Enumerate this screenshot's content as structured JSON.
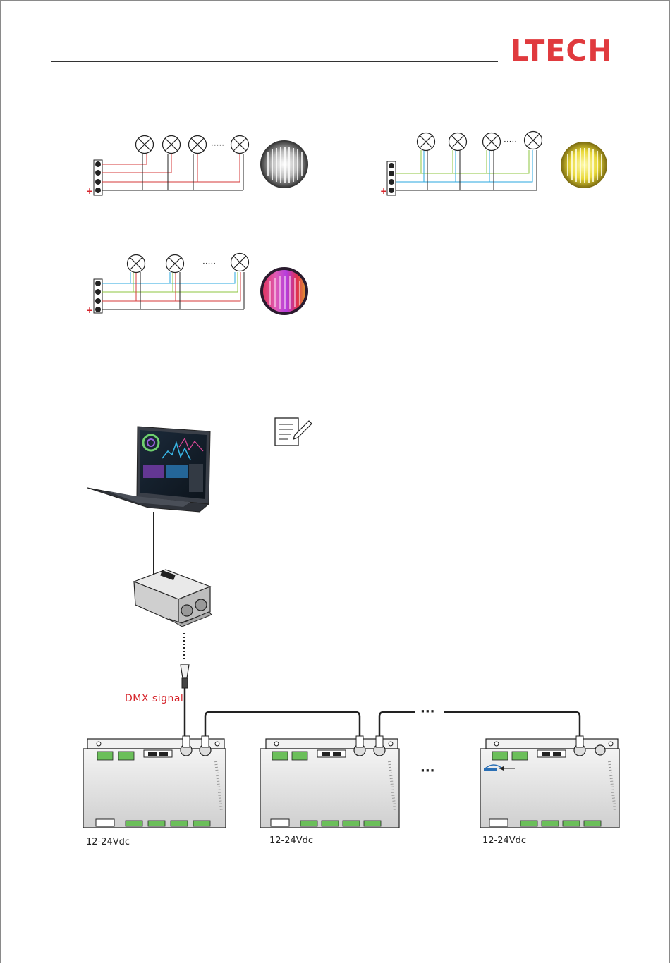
{
  "brand": {
    "logo_text": "LTECH",
    "accent_color": "#e03a3e"
  },
  "wiring": {
    "polarity_mark": "+",
    "continuation_mark": "·····",
    "wire_colors": {
      "red": "#d63a3a",
      "green": "#8cc63f",
      "blue": "#2aa7df",
      "black": "#222222"
    }
  },
  "system": {
    "signal_label": "DMX signal",
    "chain_continuation": "···",
    "controllers": [
      {
        "power_label": "12-24Vdc"
      },
      {
        "power_label": "12-24Vdc"
      },
      {
        "power_label": "12-24Vdc"
      }
    ]
  }
}
